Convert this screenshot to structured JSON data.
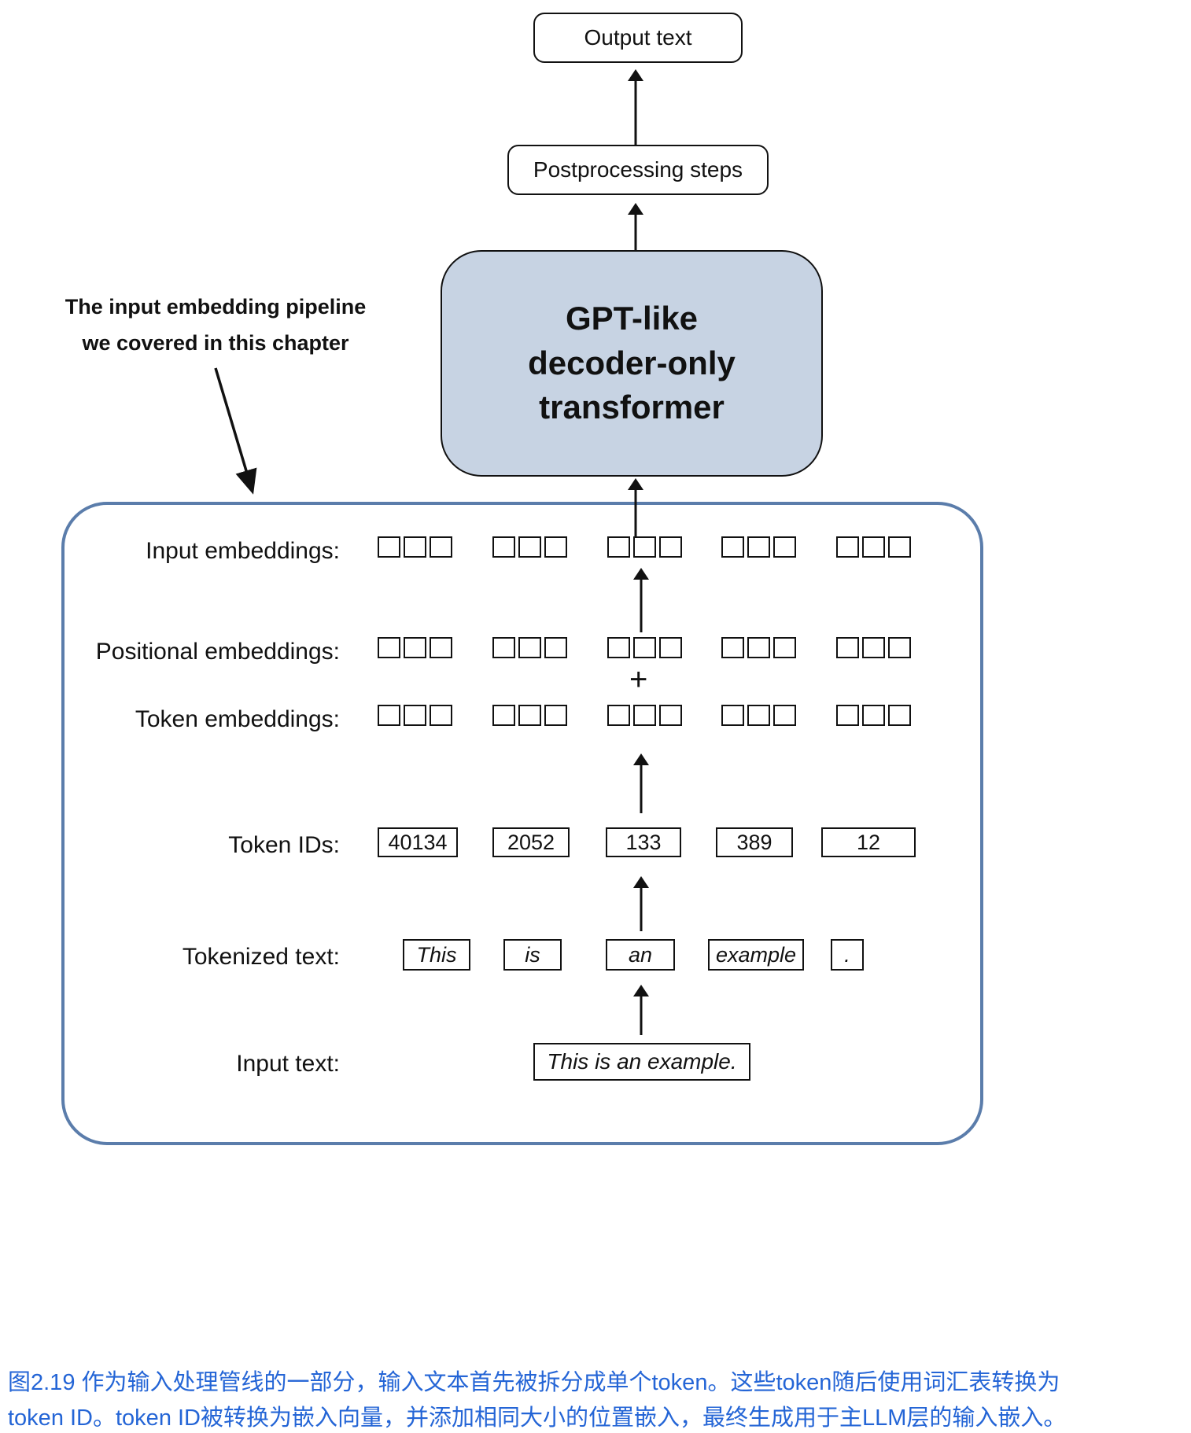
{
  "annotation": {
    "line1": "The input embedding pipeline",
    "line2": "we covered in this chapter"
  },
  "flow": {
    "output_text": "Output text",
    "postprocessing": "Postprocessing steps",
    "transformer_lines": [
      "GPT-like",
      "decoder-only",
      "transformer"
    ]
  },
  "pipeline": {
    "labels": {
      "input_embeddings": "Input embeddings:",
      "positional_embeddings": "Positional embeddings:",
      "token_embeddings": "Token embeddings:",
      "token_ids": "Token IDs:",
      "tokenized_text": "Tokenized text:",
      "input_text": "Input text:"
    },
    "plus_sign": "+",
    "embedding_groups": 5,
    "cells_per_group": 3,
    "token_ids": [
      "40134",
      "2052",
      "133",
      "389",
      "12"
    ],
    "tokens": [
      "This",
      "is",
      "an",
      "example",
      "."
    ],
    "input_text": "This is an example."
  },
  "caption": {
    "line1": "图2.19 作为输入处理管线的一部分，输入文本首先被拆分成单个token。这些token随后使用词汇表转换为",
    "line2": "token ID。token ID被转换为嵌入向量，并添加相同大小的位置嵌入，最终生成用于主LLM层的输入嵌入。"
  },
  "colors": {
    "transformer_fill": "#c7d3e3",
    "pipeline_border": "#5b7dab",
    "caption_color": "#2465d6",
    "ink": "#111111"
  }
}
